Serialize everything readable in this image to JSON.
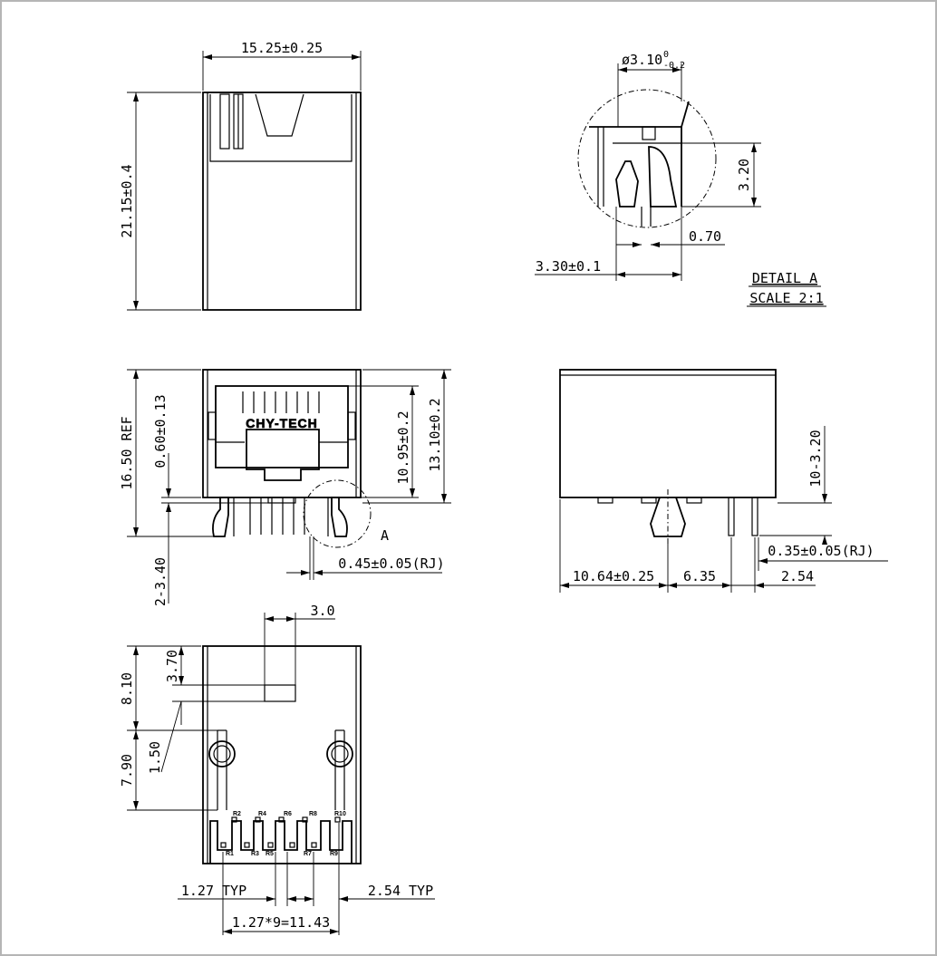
{
  "top_view": {
    "width_dim": "15.25±0.25",
    "height_dim": "21.15±0.4"
  },
  "detail_view": {
    "hole_dim": "ø3.10",
    "hole_tol_upper": "0",
    "hole_tol_lower": "-0.2",
    "height_dim": "3.20",
    "gap_dim": "0.70",
    "width_dim": "3.30±0.1",
    "title": "DETAIL A",
    "scale": "SCALE 2:1"
  },
  "front_view": {
    "logo": "CHY-TECH",
    "ref_height": "16.50 REF",
    "offset_dim": "0.60±0.13",
    "inner_height": "10.95±0.2",
    "outer_height": "13.10±0.2",
    "pin_length": "2-3.40",
    "detail_label": "A",
    "pin_width": "0.45±0.05(RJ)"
  },
  "side_view": {
    "pin_length": "10-3.20",
    "pin_width": "0.35±0.05(RJ)",
    "dim_a": "10.64±0.25",
    "dim_b": "6.35",
    "dim_c": "2.54"
  },
  "bottom_view": {
    "slot_width": "3.0",
    "dim_810": "8.10",
    "dim_370": "3.70",
    "dim_150": "1.50",
    "dim_790": "7.90",
    "pitch_left": "1.27 TYP",
    "pitch_right": "2.54 TYP",
    "span": "1.27*9=11.43",
    "pins_top": [
      "R2",
      "R4",
      "R6",
      "R8",
      "R10"
    ],
    "pins_bottom": [
      "R1",
      "R3",
      "R5",
      "R7",
      "R9"
    ]
  }
}
